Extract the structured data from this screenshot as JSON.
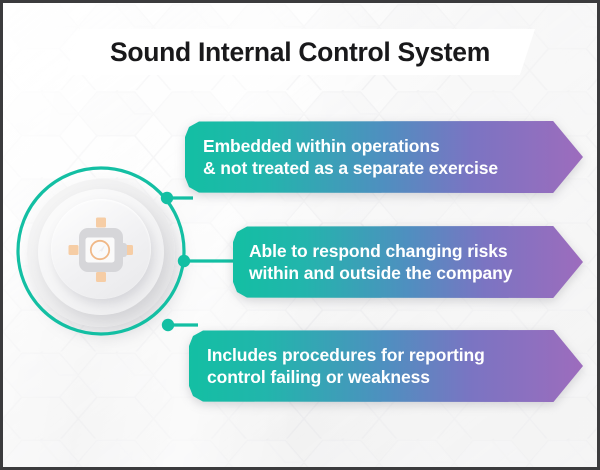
{
  "page": {
    "title": "Sound Internal Control System",
    "border_color": "#3b3b3d",
    "background_color": "#f2f2f2",
    "background_pattern": "hexagon-honeycomb"
  },
  "emblem": {
    "icon_name": "compass-chip-icon",
    "ring_color": "#13bfa3",
    "node_color": "#13bfa3",
    "disc_colors": [
      "#ffffff",
      "#f1f1f3",
      "#e4e4e6"
    ],
    "accent_color": "#f5c59a",
    "node_count": 3
  },
  "banners": [
    {
      "id": "banner-1",
      "text": "Embedded within operations\n& not treated as a separate exercise",
      "gradient_from": "#13bfa3",
      "gradient_to": "#9d6cbd"
    },
    {
      "id": "banner-2",
      "text": "Able to respond changing risks\nwithin and outside the company",
      "gradient_from": "#13bfa3",
      "gradient_to": "#9d6cbd"
    },
    {
      "id": "banner-3",
      "text": "Includes procedures for reporting\ncontrol failing or weakness",
      "gradient_from": "#13bfa3",
      "gradient_to": "#9d6cbd"
    }
  ]
}
